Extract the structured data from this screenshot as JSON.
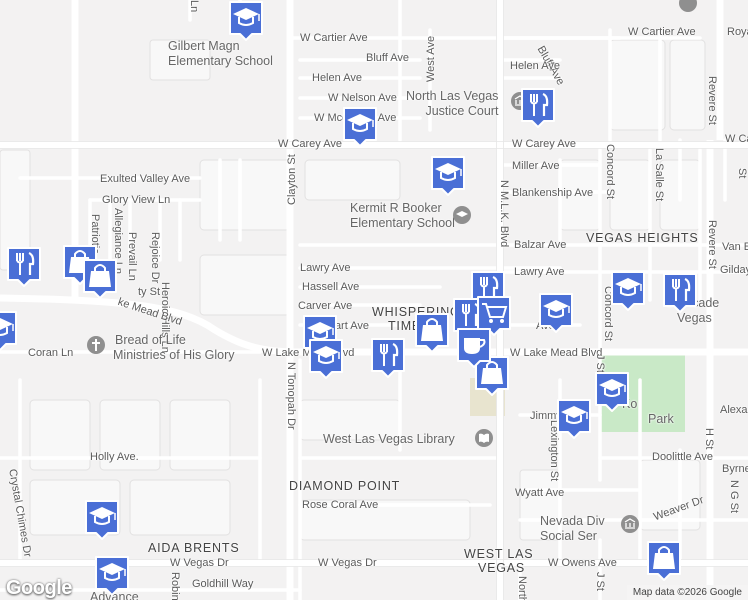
{
  "map": {
    "streets": {
      "w_cartier_ave": "W Cartier Ave",
      "w_cartier_ave_2": "W Cartier Ave",
      "bluff_ave": "Bluff Ave",
      "bluff_ave_2": "Bluff Ave",
      "helen_ave": "Helen Ave",
      "helen_ave_2": "Helen Ave",
      "w_nelson_ave": "W Nelson Ave",
      "w_mcdonald_ave": "W Mcdonald Ave",
      "west_ave": "West Ave",
      "w_carey_ave": "W Carey Ave",
      "w_carey_ave_2": "W Carey Ave",
      "w_car_partial": "W Ca",
      "miller_ave": "Miller Ave",
      "blankenship_ave": "Blankenship Ave",
      "exulted_valley_ave": "Exulted Valley Ave",
      "glory_view_ln": "Glory View Ln",
      "clayton_st": "Clayton St",
      "heroic_hills_ln": "Heroic Hills Ln",
      "rejoice_dr": "Rejoice Dr",
      "prevail_ln": "Prevail Ln",
      "allegiance_ln": "Allegiance Ln",
      "patriotic": "Patriotic",
      "lawry_ave": "Lawry Ave",
      "lawry_ave_2": "Lawry Ave",
      "hassell_ave": "Hassell Ave",
      "carver_ave": "Carver Ave",
      "hart_ave": "Hart Ave",
      "balzar_ave": "Balzar Ave",
      "n_mlk_blvd": "N M.L.K. Blvd",
      "w_lake_mead_blvd": "W Lake Mead Blvd",
      "w_lake_mead_blvd_2": "W Lake Mead Blvd",
      "lake_mead_blvd_left": "ke Mead Blvd",
      "liberty_st": "ty St",
      "coran_ln": "Coran Ln",
      "n_tonopah_dr": "N Tonopah Dr",
      "holly_ave": "Holly Ave.",
      "rose_coral_ave": "Rose Coral Ave",
      "crystal_chimes_dr": "Crystal Chimes Dr",
      "w_vegas_dr": "W Vegas Dr",
      "w_vegas_dr_2": "W Vegas Dr",
      "w_owens_ave": "W Owens Ave",
      "goldhill_way": "Goldhill Way",
      "concord_st": "Concord St",
      "concord_st_2": "Concord St",
      "la_salle_st": "La Salle St",
      "revere_st": "Revere St",
      "revere_st_2": "Revere St",
      "lexington_st": "Lexington St",
      "doolittle_ave": "Doolittle Ave",
      "jimmy_ave": "Jimmy Ave",
      "wyatt_ave": "Wyatt Ave",
      "weaver_dr": "Weaver Dr",
      "h_st": "H St",
      "n_g_st": "N G St",
      "gilday": "Gilday",
      "van_e": "Van E",
      "alexa": "Alexa",
      "byrne": "Byrne",
      "j_st": "J St",
      "j_st_2": "J St",
      "robin": "Robin",
      "north": "North",
      "ln": "Ln",
      "st": "St",
      "royal": "Royal",
      "ave_mid": "Ave"
    },
    "neighborhoods": {
      "vegas_heights": "VEGAS HEIGHTS",
      "whispering_timbers_1": "WHISPERING",
      "whispering_timbers_2": "TIMBERS",
      "diamond_point": "DIAMOND POINT",
      "aida_brents": "AIDA BRENTS",
      "west_las_vegas_1": "WEST LAS",
      "west_las_vegas_2": "VEGAS"
    },
    "pois": {
      "gilbert_1": "Gilbert Magn",
      "gilbert_2": "Elementary School",
      "nlv_justice_1": "North Las Vegas",
      "nlv_justice_2": "Justice Court",
      "kermit_1": "Kermit R Booker",
      "kermit_2": "Elementary School",
      "bread_1": "Bread of Life",
      "bread_2": "Ministries of His Glory",
      "library": "West Las Vegas Library",
      "cur_1": "Cu",
      "cur_2": "Acade",
      "cur_3": "Vegas",
      "kl_1": "Ko",
      "kl_2": "Park",
      "nevada_1": "Nevada Div",
      "nevada_2": "Social Ser",
      "advance": "Advance"
    },
    "attribution": "Map data ©2026 Google",
    "logo": "Google"
  },
  "markers": [
    {
      "type": "school-icon"
    },
    {
      "type": "school-icon"
    },
    {
      "type": "school-icon"
    },
    {
      "type": "school-icon"
    },
    {
      "type": "school-icon"
    },
    {
      "type": "school-icon"
    },
    {
      "type": "school-icon"
    },
    {
      "type": "school-icon"
    },
    {
      "type": "school-icon"
    },
    {
      "type": "school-icon"
    },
    {
      "type": "school-icon"
    },
    {
      "type": "school-icon"
    },
    {
      "type": "restaurant-icon"
    },
    {
      "type": "restaurant-icon"
    },
    {
      "type": "restaurant-icon"
    },
    {
      "type": "restaurant-icon"
    },
    {
      "type": "restaurant-icon"
    },
    {
      "type": "restaurant-icon"
    },
    {
      "type": "shopping-bag-icon"
    },
    {
      "type": "shopping-bag-icon"
    },
    {
      "type": "shopping-bag-icon"
    },
    {
      "type": "shopping-bag-icon"
    },
    {
      "type": "shopping-bag-icon"
    },
    {
      "type": "shopping-cart-icon"
    },
    {
      "type": "cafe-icon"
    }
  ],
  "colors": {
    "background": "#f3f2f2",
    "major_road": "#ffffff",
    "marker_fill": "#4a6fd6",
    "marker_border": "#ffffff",
    "park": "#c5e8c6"
  }
}
